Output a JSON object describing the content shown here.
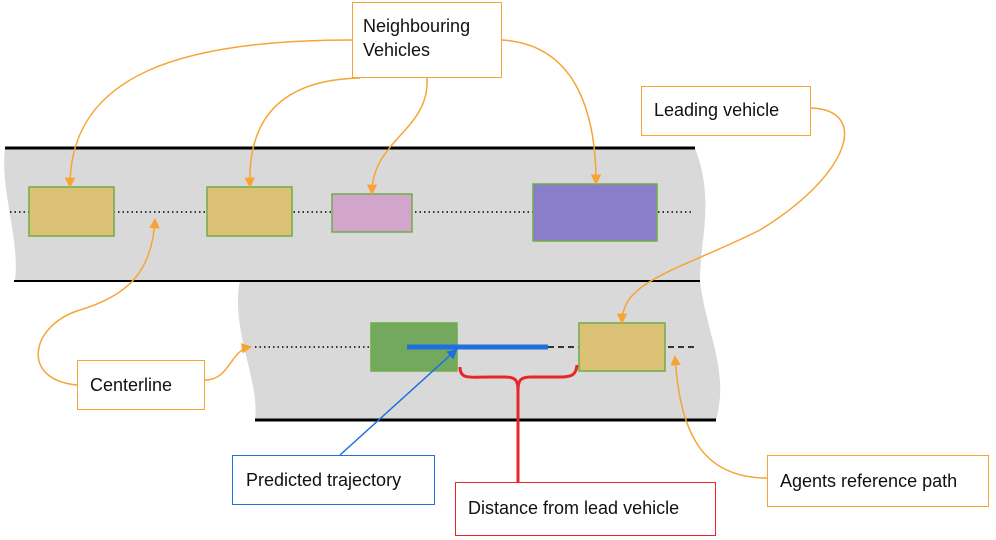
{
  "labels": {
    "neighbouring_line1": "Neighbouring",
    "neighbouring_line2": "Vehicles",
    "leading": "Leading vehicle",
    "centerline": "Centerline",
    "predicted": "Predicted trajectory",
    "distance": "Distance from lead vehicle",
    "agents_path": "Agents reference path"
  },
  "colors": {
    "road": "#d9d9d9",
    "road_edge": "#000000",
    "vehicle_tan": "#dcc277",
    "vehicle_pink": "#d2a6cc",
    "vehicle_purple": "#8a7ecb",
    "vehicle_green": "#73a85f",
    "vehicle_border": "#70ad47",
    "callout_orange": "#f7a434",
    "trajectory_blue": "#1f6fe0",
    "distance_red": "#e8262a"
  }
}
